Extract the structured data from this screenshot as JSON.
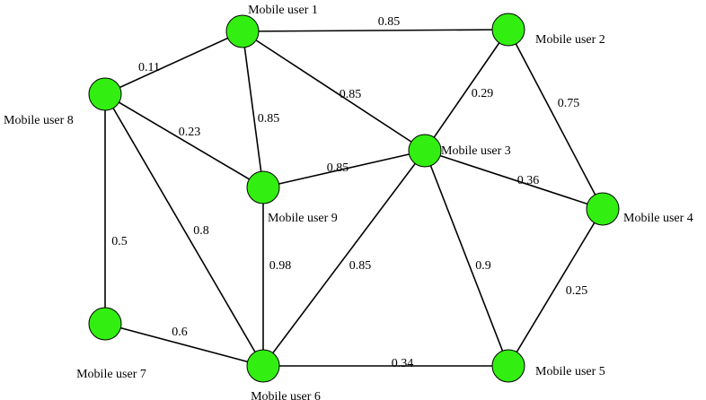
{
  "graph": {
    "node_color": "#33ee11",
    "edge_color": "#000000",
    "nodes": [
      {
        "id": "1",
        "label": "Mobile user 1"
      },
      {
        "id": "2",
        "label": "Mobile user 2"
      },
      {
        "id": "3",
        "label": "Mobile user 3"
      },
      {
        "id": "4",
        "label": "Mobile user 4"
      },
      {
        "id": "5",
        "label": "Mobile user 5"
      },
      {
        "id": "6",
        "label": "Mobile user 6"
      },
      {
        "id": "7",
        "label": "Mobile user 7"
      },
      {
        "id": "8",
        "label": "Mobile user 8"
      },
      {
        "id": "9",
        "label": "Mobile user 9"
      }
    ],
    "edges": [
      {
        "from": "1",
        "to": "2",
        "weight": "0.85"
      },
      {
        "from": "1",
        "to": "8",
        "weight": "0.11"
      },
      {
        "from": "1",
        "to": "9",
        "weight": "0.85"
      },
      {
        "from": "1",
        "to": "3",
        "weight": "0.85"
      },
      {
        "from": "2",
        "to": "3",
        "weight": "0.29"
      },
      {
        "from": "2",
        "to": "4",
        "weight": "0.75"
      },
      {
        "from": "8",
        "to": "9",
        "weight": "0.23"
      },
      {
        "from": "9",
        "to": "3",
        "weight": "0.85"
      },
      {
        "from": "3",
        "to": "4",
        "weight": "0.36"
      },
      {
        "from": "8",
        "to": "7",
        "weight": "0.5"
      },
      {
        "from": "8",
        "to": "6",
        "weight": "0.8"
      },
      {
        "from": "9",
        "to": "6",
        "weight": "0.98"
      },
      {
        "from": "3",
        "to": "6",
        "weight": "0.85"
      },
      {
        "from": "3",
        "to": "5",
        "weight": "0.9"
      },
      {
        "from": "4",
        "to": "5",
        "weight": "0.25"
      },
      {
        "from": "7",
        "to": "6",
        "weight": "0.6"
      },
      {
        "from": "6",
        "to": "5",
        "weight": "0.34"
      }
    ]
  }
}
